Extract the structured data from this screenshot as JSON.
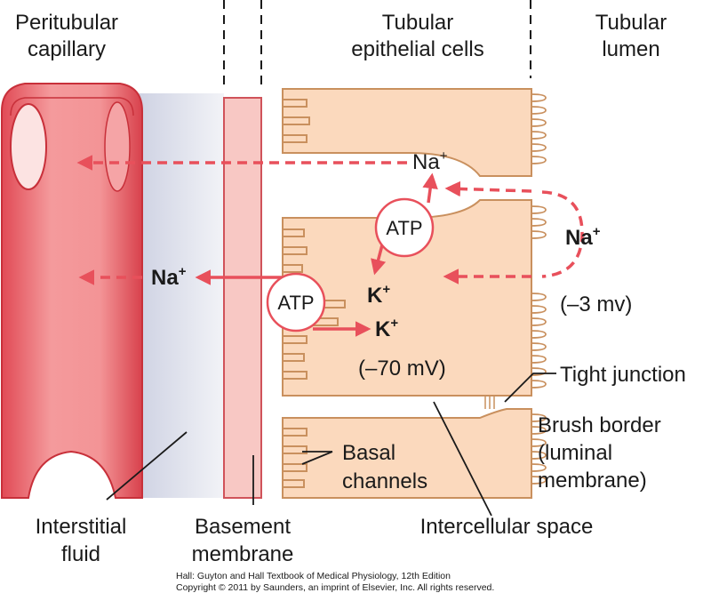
{
  "headers": {
    "capillary": [
      "Peritubular",
      "capillary"
    ],
    "cells": [
      "Tubular",
      "epithelial cells"
    ],
    "lumen": [
      "Tubular",
      "lumen"
    ]
  },
  "ions": {
    "na_top": "Na",
    "na_mid": "Na",
    "na_lumen": "Na",
    "k_inside": "K",
    "k_out": "K",
    "plus": "+"
  },
  "atp": {
    "upper": "ATP",
    "lower": "ATP"
  },
  "potentials": {
    "cell": "(–70 mV)",
    "lumen": "(–3 mv)"
  },
  "labels": {
    "tight_junction": "Tight junction",
    "brush_border": [
      "Brush border",
      "(luminal",
      "membrane)"
    ],
    "basal_channels": [
      "Basal",
      "channels"
    ],
    "interstitial_fluid": [
      "Interstitial",
      "fluid"
    ],
    "basement_membrane": [
      "Basement",
      "membrane"
    ],
    "intercellular_space": "Intercellular space"
  },
  "credit": [
    "Hall: Guyton and Hall Textbook of Medical Physiology, 12th Edition",
    "Copyright © 2011 by Saunders, an imprint of Elsevier, Inc. All rights reserved."
  ],
  "colors": {
    "arrow": "#e8505b",
    "vessel": "#f07a7e",
    "vessel_dark": "#c8303a",
    "cell_fill": "#fbd9bd",
    "cell_stroke": "#c9905e",
    "membrane": "#f8c8c4",
    "interstitial": "#d9dce8"
  }
}
